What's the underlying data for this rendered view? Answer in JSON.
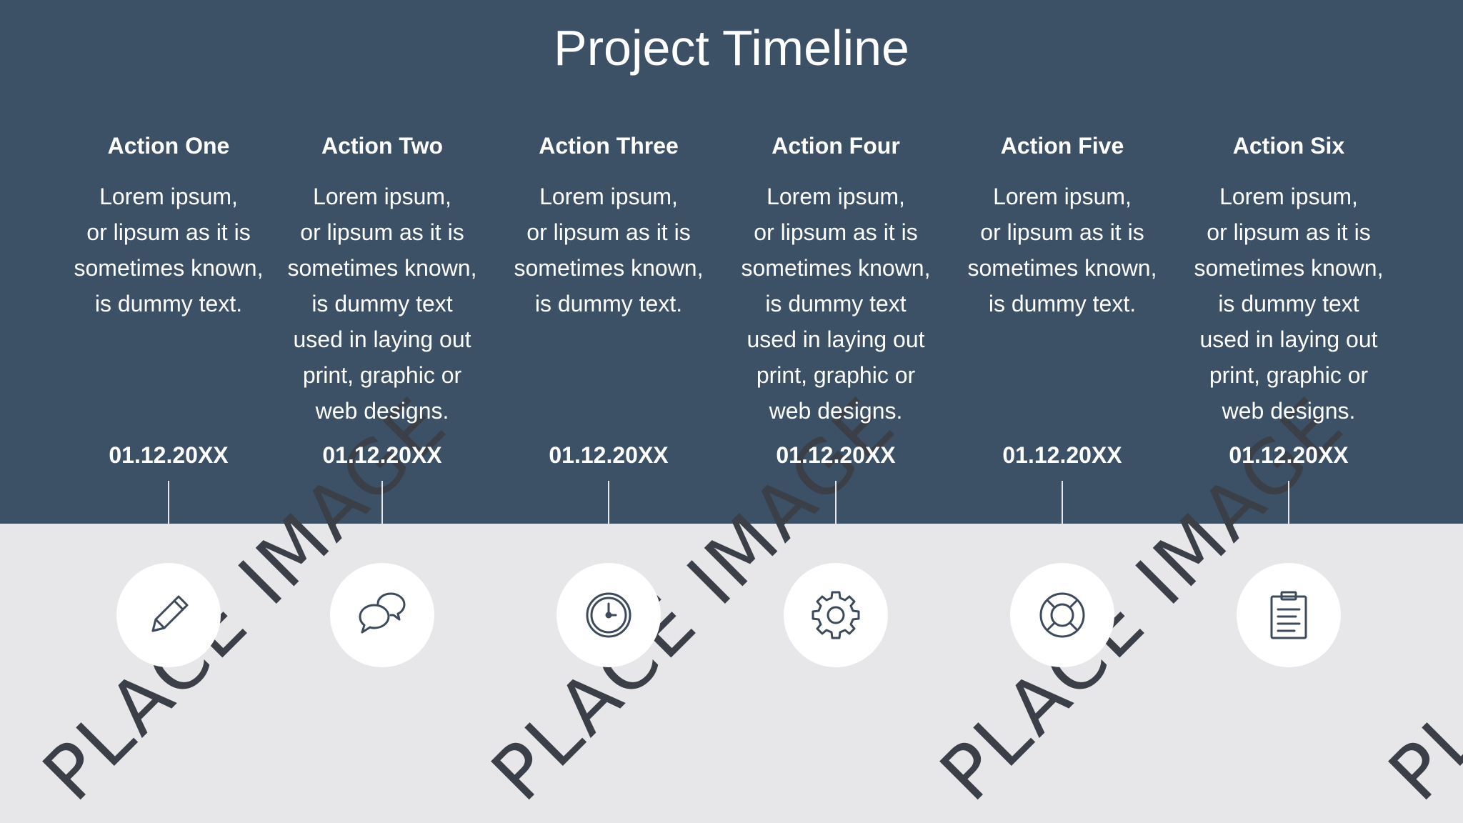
{
  "title": "Project Timeline",
  "watermark": "PLACE IMAGE",
  "colors": {
    "band": "#3c5066",
    "background": "#e7e6e8",
    "icon_stroke": "#3c4a5c"
  },
  "actions": [
    {
      "title": "Action One",
      "lines": [
        "Lorem ipsum,",
        "or lipsum as it is",
        "sometimes known,",
        "is dummy text."
      ],
      "date": "01.12.20XX",
      "icon": "pencil-icon"
    },
    {
      "title": "Action Two",
      "lines": [
        "Lorem ipsum,",
        "or lipsum as it is",
        "sometimes known,",
        "is dummy text",
        "used in laying out",
        "print, graphic or",
        "web designs."
      ],
      "date": "01.12.20XX",
      "icon": "chat-bubbles-icon"
    },
    {
      "title": "Action Three",
      "lines": [
        "Lorem ipsum,",
        "or lipsum as it is",
        "sometimes known,",
        "is dummy text."
      ],
      "date": "01.12.20XX",
      "icon": "clock-icon"
    },
    {
      "title": "Action Four",
      "lines": [
        "Lorem ipsum,",
        "or lipsum as it is",
        "sometimes known,",
        "is dummy text",
        "used in laying out",
        "print, graphic or",
        "web designs."
      ],
      "date": "01.12.20XX",
      "icon": "gear-icon"
    },
    {
      "title": "Action Five",
      "lines": [
        "Lorem ipsum,",
        "or lipsum as it is",
        "sometimes known,",
        "is dummy text."
      ],
      "date": "01.12.20XX",
      "icon": "lifebuoy-icon"
    },
    {
      "title": "Action Six",
      "lines": [
        "Lorem ipsum,",
        "or lipsum as it is",
        "sometimes known,",
        "is dummy text",
        "used in laying out",
        "print, graphic or",
        "web designs."
      ],
      "date": "01.12.20XX",
      "icon": "clipboard-icon"
    }
  ]
}
